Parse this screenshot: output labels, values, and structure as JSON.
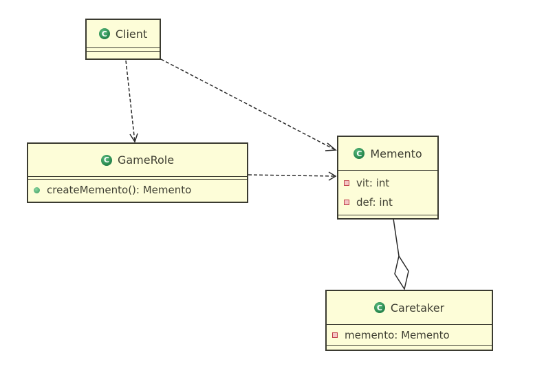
{
  "classes": {
    "client": {
      "name": "Client",
      "icon": "class-icon",
      "icon_glyph": "C",
      "fields": [],
      "methods": []
    },
    "gamerole": {
      "name": "GameRole",
      "icon": "class-icon",
      "icon_glyph": "C",
      "fields": [],
      "methods": [
        {
          "visibility": "public",
          "text": "createMemento(): Memento"
        }
      ]
    },
    "memento": {
      "name": "Memento",
      "icon": "class-icon",
      "icon_glyph": "C",
      "fields": [
        {
          "visibility": "private",
          "text": "vit: int"
        },
        {
          "visibility": "private",
          "text": "def: int"
        }
      ],
      "methods": []
    },
    "caretaker": {
      "name": "Caretaker",
      "icon": "class-icon",
      "icon_glyph": "C",
      "fields": [
        {
          "visibility": "private",
          "text": "memento: Memento"
        }
      ],
      "methods": []
    }
  },
  "relationships": [
    {
      "from": "Client",
      "to": "GameRole",
      "type": "dependency"
    },
    {
      "from": "Client",
      "to": "Memento",
      "type": "dependency"
    },
    {
      "from": "GameRole",
      "to": "Memento",
      "type": "dependency"
    },
    {
      "from": "Caretaker",
      "to": "Memento",
      "type": "aggregation"
    }
  ],
  "colors": {
    "class_fill": "#fdfdd8",
    "border": "#3a3a30",
    "class_icon": "#2a8a50",
    "public_marker": "#3a9a5e",
    "private_marker": "#c0404a"
  }
}
